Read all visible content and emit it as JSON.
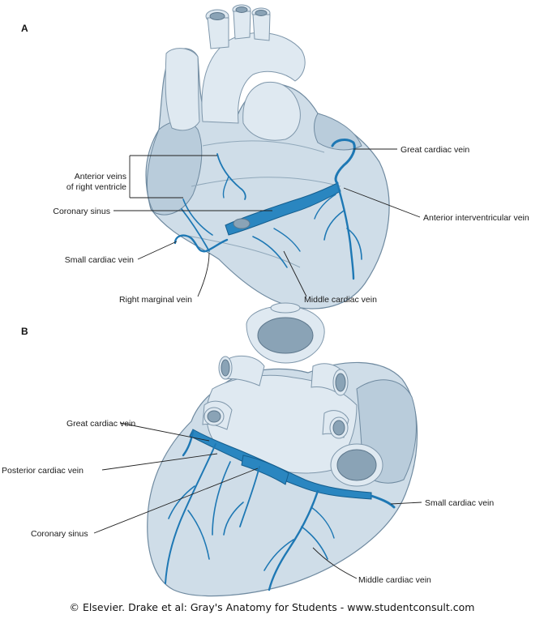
{
  "panels": {
    "a": {
      "letter": "A",
      "labels": {
        "great_cardiac_vein": "Great cardiac vein",
        "anterior_veins_line1": "Anterior veins",
        "anterior_veins_line2": "of right ventricle",
        "coronary_sinus": "Coronary sinus",
        "anterior_interventricular_vein": "Anterior interventricular vein",
        "small_cardiac_vein": "Small cardiac vein",
        "right_marginal_vein": "Right marginal vein",
        "middle_cardiac_vein": "Middle cardiac vein"
      }
    },
    "b": {
      "letter": "B",
      "labels": {
        "great_cardiac_vein": "Great cardiac vein",
        "posterior_cardiac_vein": "Posterior cardiac vein",
        "coronary_sinus": "Coronary sinus",
        "small_cardiac_vein": "Small cardiac vein",
        "middle_cardiac_vein": "Middle cardiac vein"
      }
    }
  },
  "credit": "© Elsevier. Drake et al: Gray's Anatomy for Students - www.studentconsult.com",
  "colors": {
    "vein": "#1e78b4",
    "heart": "#cfdde8",
    "outline": "#6f8aa0"
  }
}
